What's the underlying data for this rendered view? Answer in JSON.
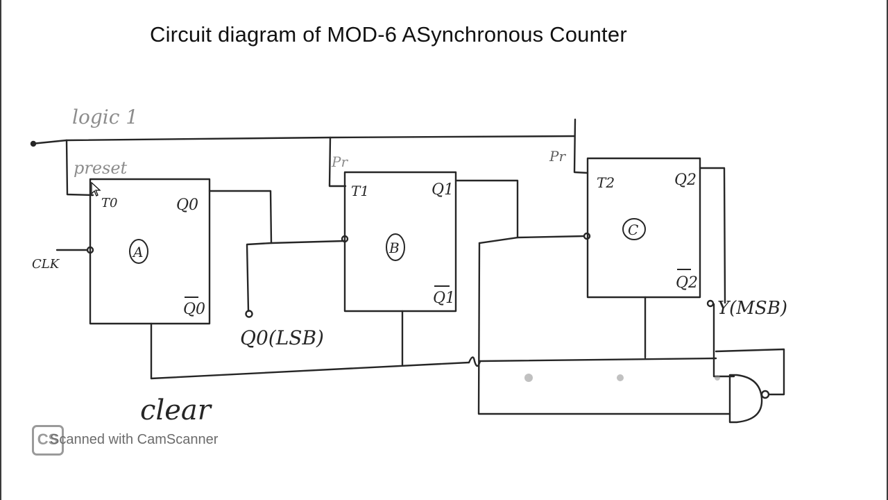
{
  "title": "Circuit diagram of MOD-6 ASynchronous Counter",
  "labels": {
    "logic1": "logic 1",
    "preset": "preset",
    "clk": "CLK",
    "clear": "clear",
    "ff_a": {
      "id": "A",
      "t": "T0",
      "q": "Q0",
      "qbar": "Q0"
    },
    "ff_b": {
      "id": "B",
      "pr": "Pr",
      "t": "T1",
      "q": "Q1",
      "qbar": "Q1"
    },
    "ff_c": {
      "id": "C",
      "pr": "Pr",
      "t": "T2",
      "q": "Q2",
      "qbar": "Q2"
    },
    "lsb_output": "Q0(LSB)",
    "msb_output": "Y(MSB)"
  },
  "watermark": {
    "logo": "CS",
    "text": "Scanned with CamScanner"
  },
  "colors": {
    "ink": "#262626",
    "paper": "#ffffff",
    "watermark": "#6b6b6b"
  }
}
